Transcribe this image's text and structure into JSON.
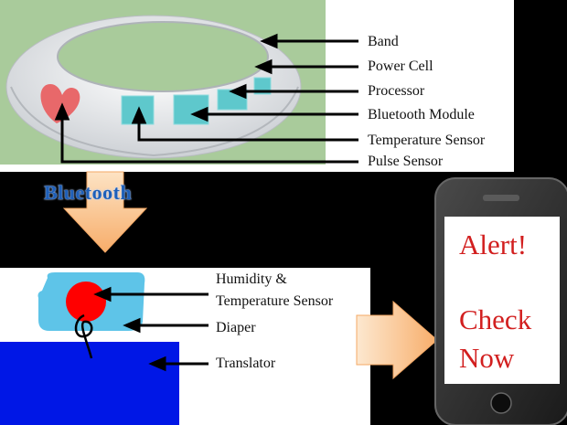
{
  "band_labels": {
    "band": "Band",
    "power_cell": "Power Cell",
    "processor": "Processor",
    "bluetooth_module": "Bluetooth Module",
    "temperature_sensor": "Temperature Sensor",
    "pulse_sensor": "Pulse Sensor"
  },
  "connection": {
    "label": "Bluetooth"
  },
  "diaper_labels": {
    "humidity_line1": "Humidity &",
    "humidity_line2": "Temperature Sensor",
    "diaper": "Diaper",
    "translator": "Translator"
  },
  "phone": {
    "alert": "Alert!",
    "check": "Check",
    "now": "Now"
  },
  "colors": {
    "background": "#000000",
    "green_panel": "#a9cb9b",
    "band": "#e6e9ec",
    "heart": "#e8686a",
    "module": "#5ec8cc",
    "sensor_red": "#ff0000",
    "diaper_blue": "#5ec4e8",
    "translator_blue": "#0017e6",
    "arrow_orange": "#fbc58f",
    "alert_red": "#d21f1f",
    "bluetooth_text": "#1e5fb8"
  }
}
